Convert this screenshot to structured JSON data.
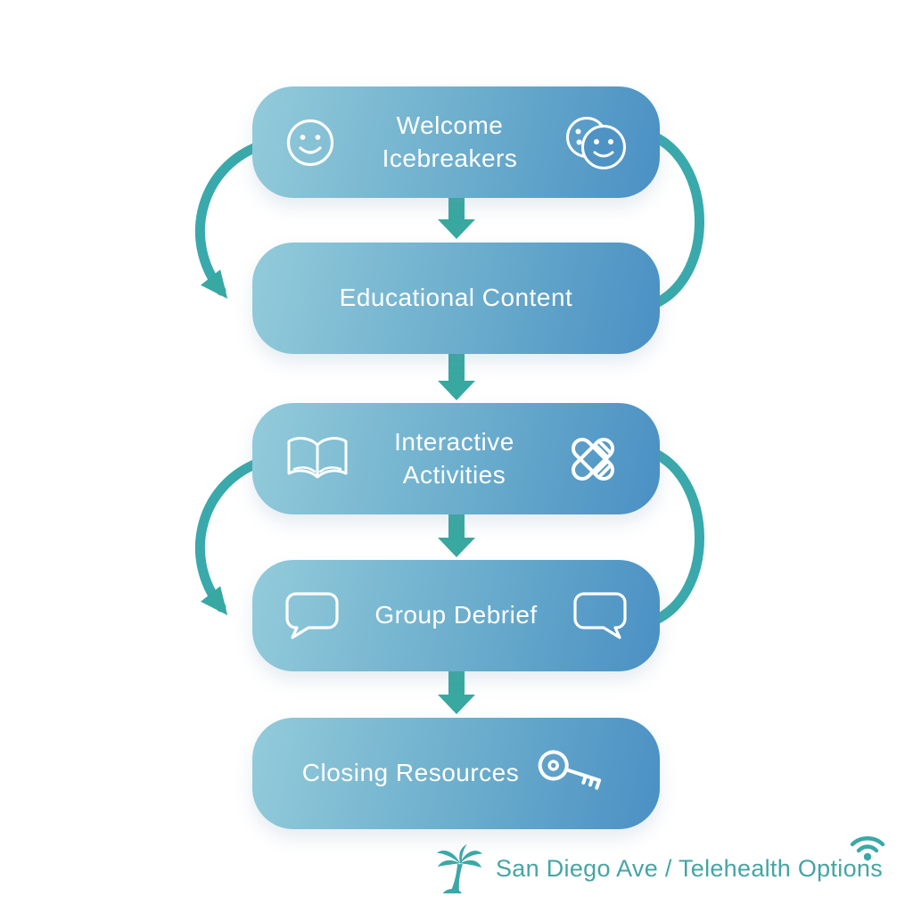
{
  "diagram_title": "session-flow-diagram",
  "colors": {
    "background": "#ffffff",
    "box_gradient_start": "#93cbda",
    "box_gradient_end": "#4a90c4",
    "box_text": "#ffffff",
    "arrow_teal": "#38a8a3",
    "footer_teal": "#45a5a4"
  },
  "steps": [
    {
      "name": "welcome-icebreakers",
      "lines": [
        "Welcome",
        "Icebreakers"
      ],
      "left_icon": "smiley-icon",
      "right_icon": "double-smiley-icon"
    },
    {
      "name": "educational-content",
      "lines": [
        "Educational Content"
      ]
    },
    {
      "name": "interactive-activities",
      "lines": [
        "Interactive",
        "Activities"
      ],
      "left_icon": "open-book-icon",
      "right_icon": "clasped-hands-icon"
    },
    {
      "name": "group-debrief",
      "lines": [
        "Group Debrief"
      ],
      "left_icon": "speech-bubble-left-icon",
      "right_icon": "speech-bubble-right-icon"
    },
    {
      "name": "closing-resources",
      "lines": [
        "Closing Resources"
      ],
      "right_icon": "key-icon"
    }
  ],
  "connectors": {
    "down_arrows_count": 4,
    "left_loop_arrows_count": 2,
    "right_loop_arcs_count": 2
  },
  "footer": {
    "left_icon": "palm-tree-icon",
    "text": "San Diego Ave / Telehealth Options",
    "right_icon": "wifi-icon"
  }
}
